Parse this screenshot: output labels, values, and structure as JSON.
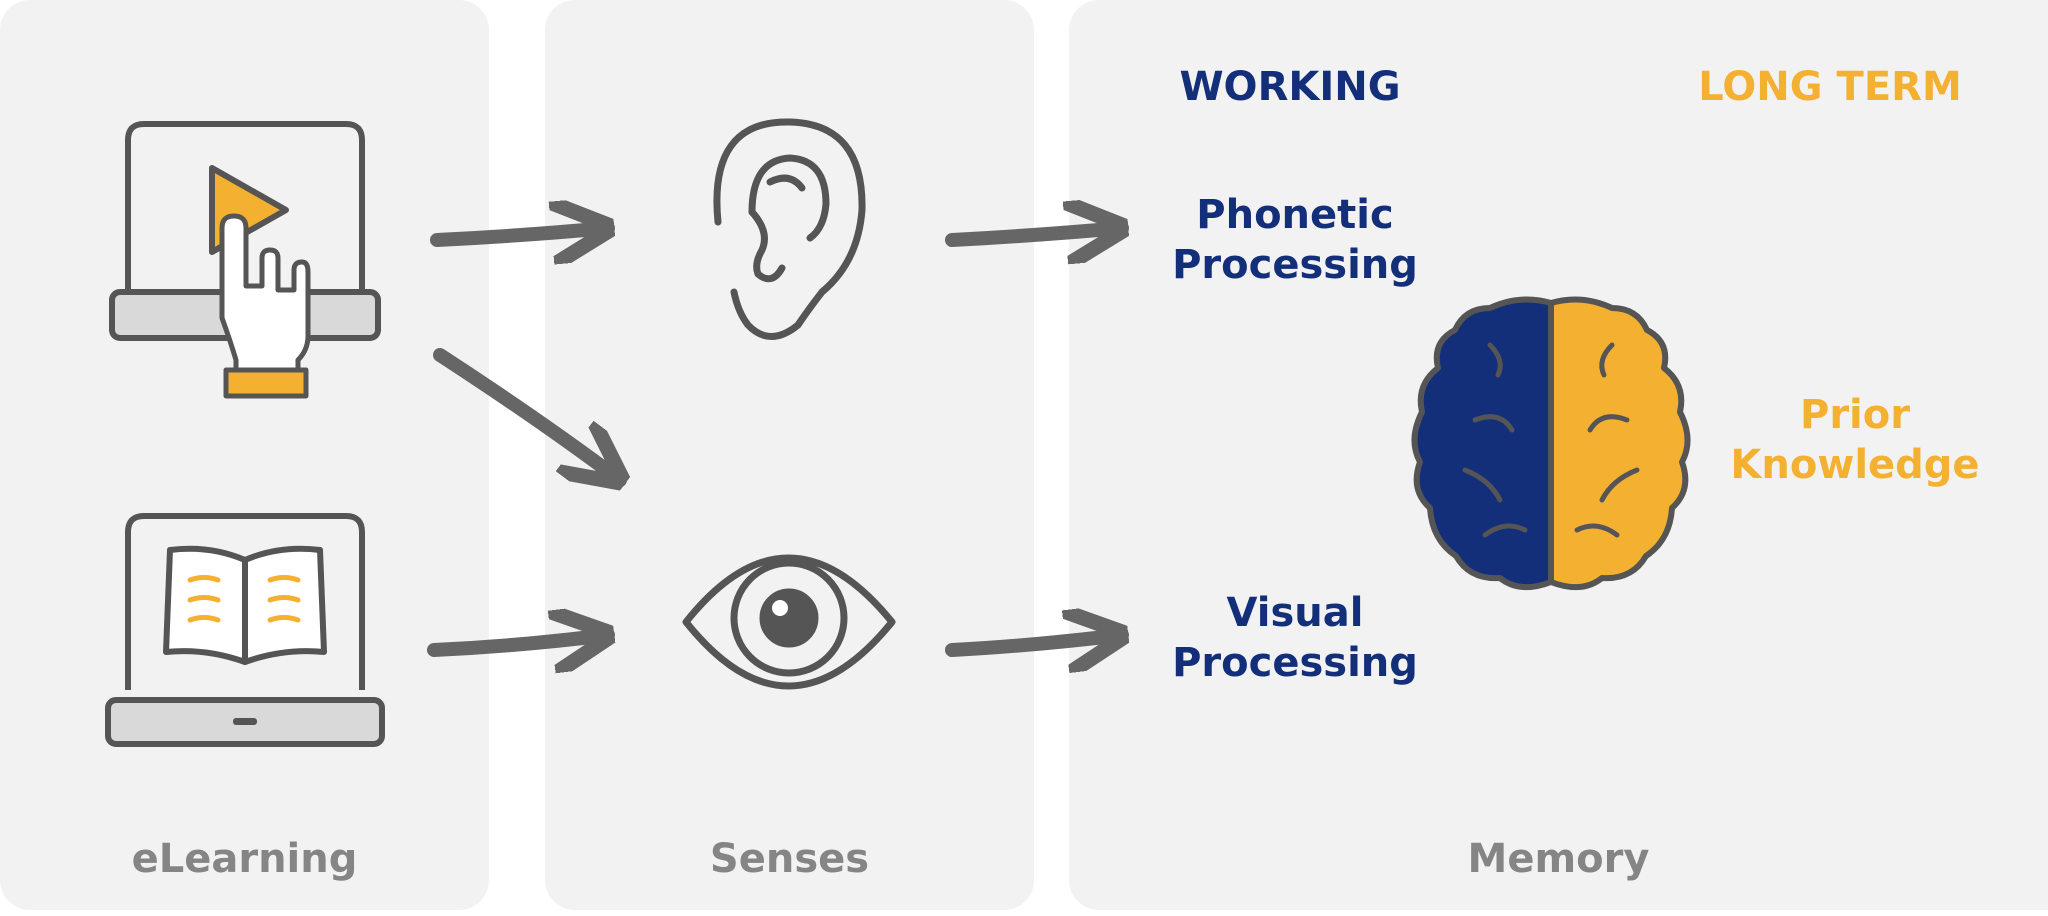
{
  "panels": {
    "elearning": {
      "title": "eLearning"
    },
    "senses": {
      "title": "Senses"
    },
    "memory": {
      "title": "Memory"
    }
  },
  "memory": {
    "working_header": "WORKING",
    "long_term_header": "LONG TERM",
    "phonetic": "Phonetic\nProcessing",
    "visual": "Visual\nProcessing",
    "prior_knowledge": "Prior\nKnowledge"
  },
  "colors": {
    "navy": "#132f7a",
    "gold": "#f4b030",
    "outline": "#555555",
    "arrow": "#666666",
    "panel_bg": "#f2f2f2",
    "label_gray": "#858585"
  },
  "icons": [
    "video-laptop-icon",
    "ebook-laptop-icon",
    "ear-icon",
    "eye-icon",
    "brain-icon"
  ]
}
